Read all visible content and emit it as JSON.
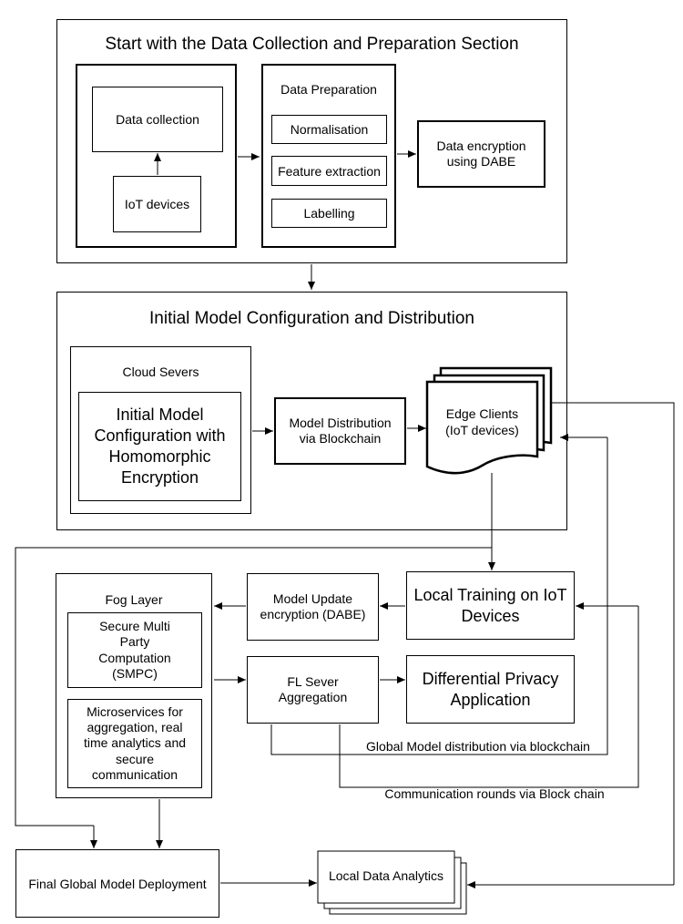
{
  "section1": {
    "title": "Start with the Data Collection and Preparation Section",
    "data_collection": "Data collection",
    "iot_devices": "IoT devices",
    "prep_title": "Data Preparation",
    "normalisation": "Normalisation",
    "feature_extraction": "Feature extraction",
    "labelling": "Labelling",
    "encryption_line1": "Data encryption",
    "encryption_line2": "using DABE"
  },
  "section2": {
    "title": "Initial Model Configuration and Distribution",
    "cloud_title": "Cloud Severs",
    "initial_line1": "Initial Model",
    "initial_line2": "Configuration with",
    "initial_line3": "Homomorphic",
    "initial_line4": "Encryption",
    "distribution_line1": "Model Distribution",
    "distribution_line2": "via Blockchain",
    "edge_line1": "Edge Clients",
    "edge_line2": "(IoT devices)"
  },
  "section3": {
    "fog_title": "Fog Layer",
    "smpc_line1": "Secure Multi",
    "smpc_line2": "Party",
    "smpc_line3": "Computation",
    "smpc_line4": "(SMPC)",
    "micro_line1": "Microservices for",
    "micro_line2": "aggregation, real",
    "micro_line3": "time analytics and",
    "micro_line4": "secure",
    "micro_line5": "communication",
    "update_line1": "Model Update",
    "update_line2": "encryption (DABE)",
    "local_line1": "Local Training on IoT",
    "local_line2": "Devices",
    "fl_line1": "FL Sever",
    "fl_line2": "Aggregation",
    "dp_line1": "Differential Privacy",
    "dp_line2": "Application",
    "global_label": "Global Model distribution via blockchain",
    "comm_label": "Communication rounds via Block chain"
  },
  "section4": {
    "final_deploy": "Final Global Model Deployment",
    "local_analytics": "Local Data Analytics"
  }
}
